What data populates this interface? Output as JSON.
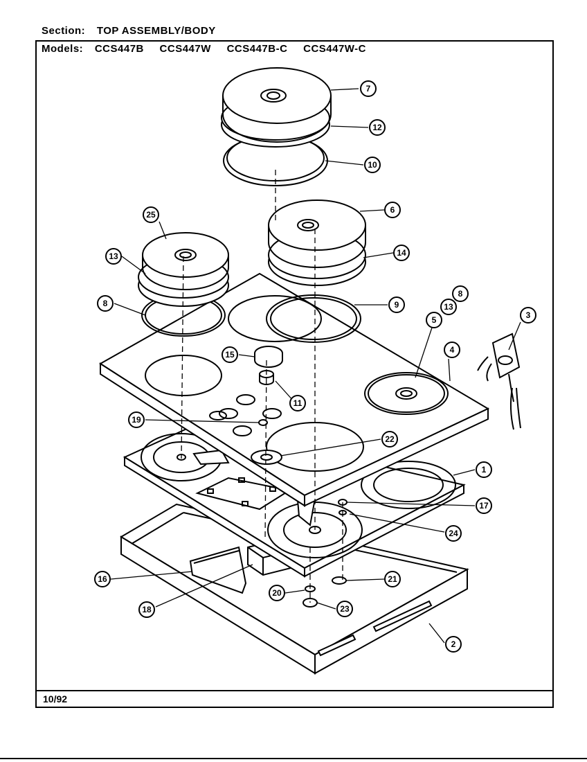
{
  "header": {
    "section_label": "Section:",
    "section_value": "TOP ASSEMBLY/BODY",
    "models_label": "Models:",
    "models": [
      "CCS447B",
      "CCS447W",
      "CCS447B-C",
      "CCS447W-C"
    ]
  },
  "footer": {
    "date": "10/92"
  },
  "callouts": [
    "7",
    "12",
    "10",
    "6",
    "25",
    "14",
    "13",
    "8",
    "9",
    "8",
    "13",
    "5",
    "3",
    "4",
    "15",
    "11",
    "19",
    "22",
    "1",
    "17",
    "24",
    "16",
    "21",
    "20",
    "23",
    "18",
    "2"
  ]
}
